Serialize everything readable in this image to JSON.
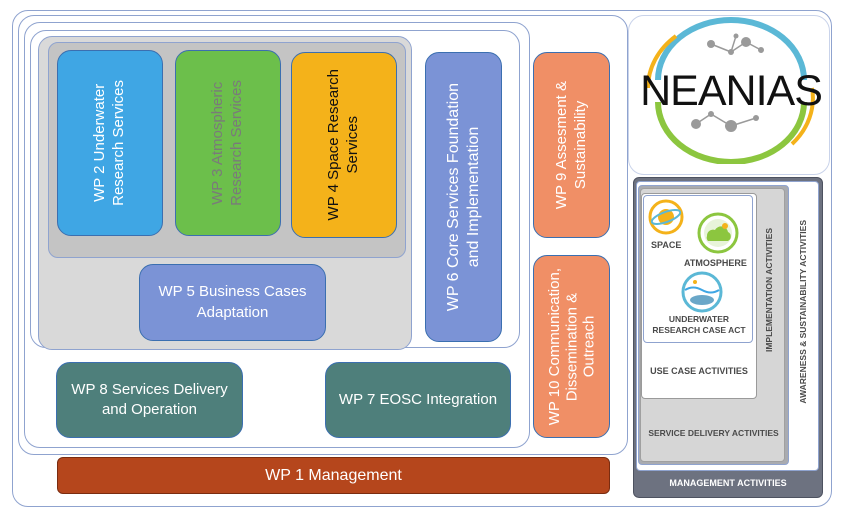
{
  "wp": {
    "wp1": "WP 1 Management",
    "wp2": "WP 2 Underwater\nResearch Services",
    "wp3": "WP 3 Atmospheric\nResearch Services",
    "wp4": "WP 4 Space Research\nServices",
    "wp5": "WP 5 Business Cases\nAdaptation",
    "wp6": "WP 6 Core Services Foundation\nand Implementation",
    "wp7": "WP 7 EOSC Integration",
    "wp8": "WP 8 Services Delivery\nand Operation",
    "wp9": "WP 9 Assesment &\nSustainability",
    "wp10": "WP 10 Communication,\nDissemination &\nOutreach"
  },
  "logo": {
    "text": "NEANIAS"
  },
  "legend": {
    "space": "SPACE",
    "atmosphere": "ATMOSPHERE",
    "underwater": "UNDERWATER\nRESEARCH CASE ACT",
    "use_case": "USE CASE ACTIVITIES",
    "implementation": "IMPLEMENTATION ACTIVITIES",
    "service_delivery": "SERVICE DELIVERY ACTIVITIES",
    "awareness": "AWARENESS & SUSTAINABILITY ACTIVITIES",
    "management": "MANAGEMENT ACTIVITIES"
  },
  "colors": {
    "wp1": "#b5461c",
    "wp2": "#3fa6e4",
    "wp3": "#6cbf4b",
    "wp4": "#f4b21a",
    "wp5": "#7b93d6",
    "wp6": "#7b93d6",
    "wp7": "#4e7f7b",
    "wp8": "#4e7f7b",
    "wp9": "#f08f66",
    "wp10": "#f08f66",
    "frame": "#8fa3cf",
    "legend_dark": "#6d7280"
  }
}
